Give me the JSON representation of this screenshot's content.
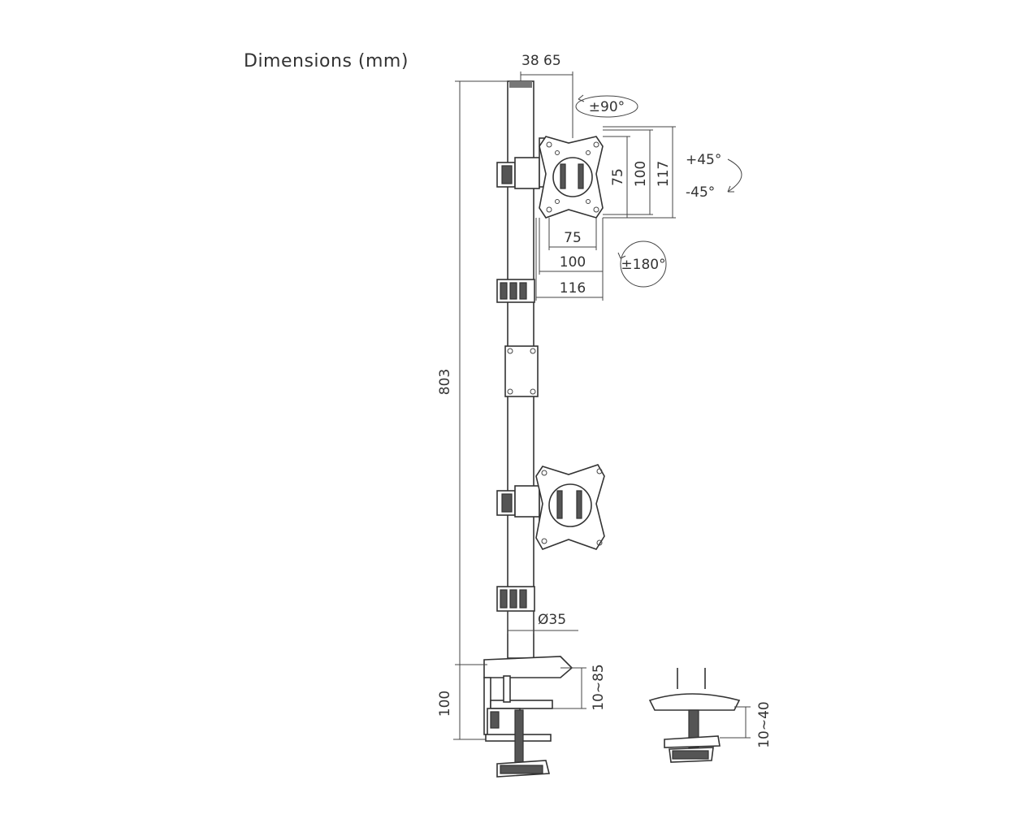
{
  "title": "Dimensions (mm)",
  "dimensions": {
    "top_offset": "38 65",
    "rotation": "±90°",
    "tilt_up": "+45°",
    "tilt_down": "-45°",
    "vesa_h_75": "75",
    "vesa_h_100": "100",
    "plate_h": "117",
    "vesa_w_75": "75",
    "vesa_w_100": "100",
    "plate_w": "116",
    "swivel": "±180°",
    "pole_height": "803",
    "pole_diameter": "Ø35",
    "clamp_height": "100",
    "clamp_range": "10~85",
    "grommet_range": "10~40"
  },
  "colors": {
    "line": "#333333",
    "background": "#ffffff"
  }
}
